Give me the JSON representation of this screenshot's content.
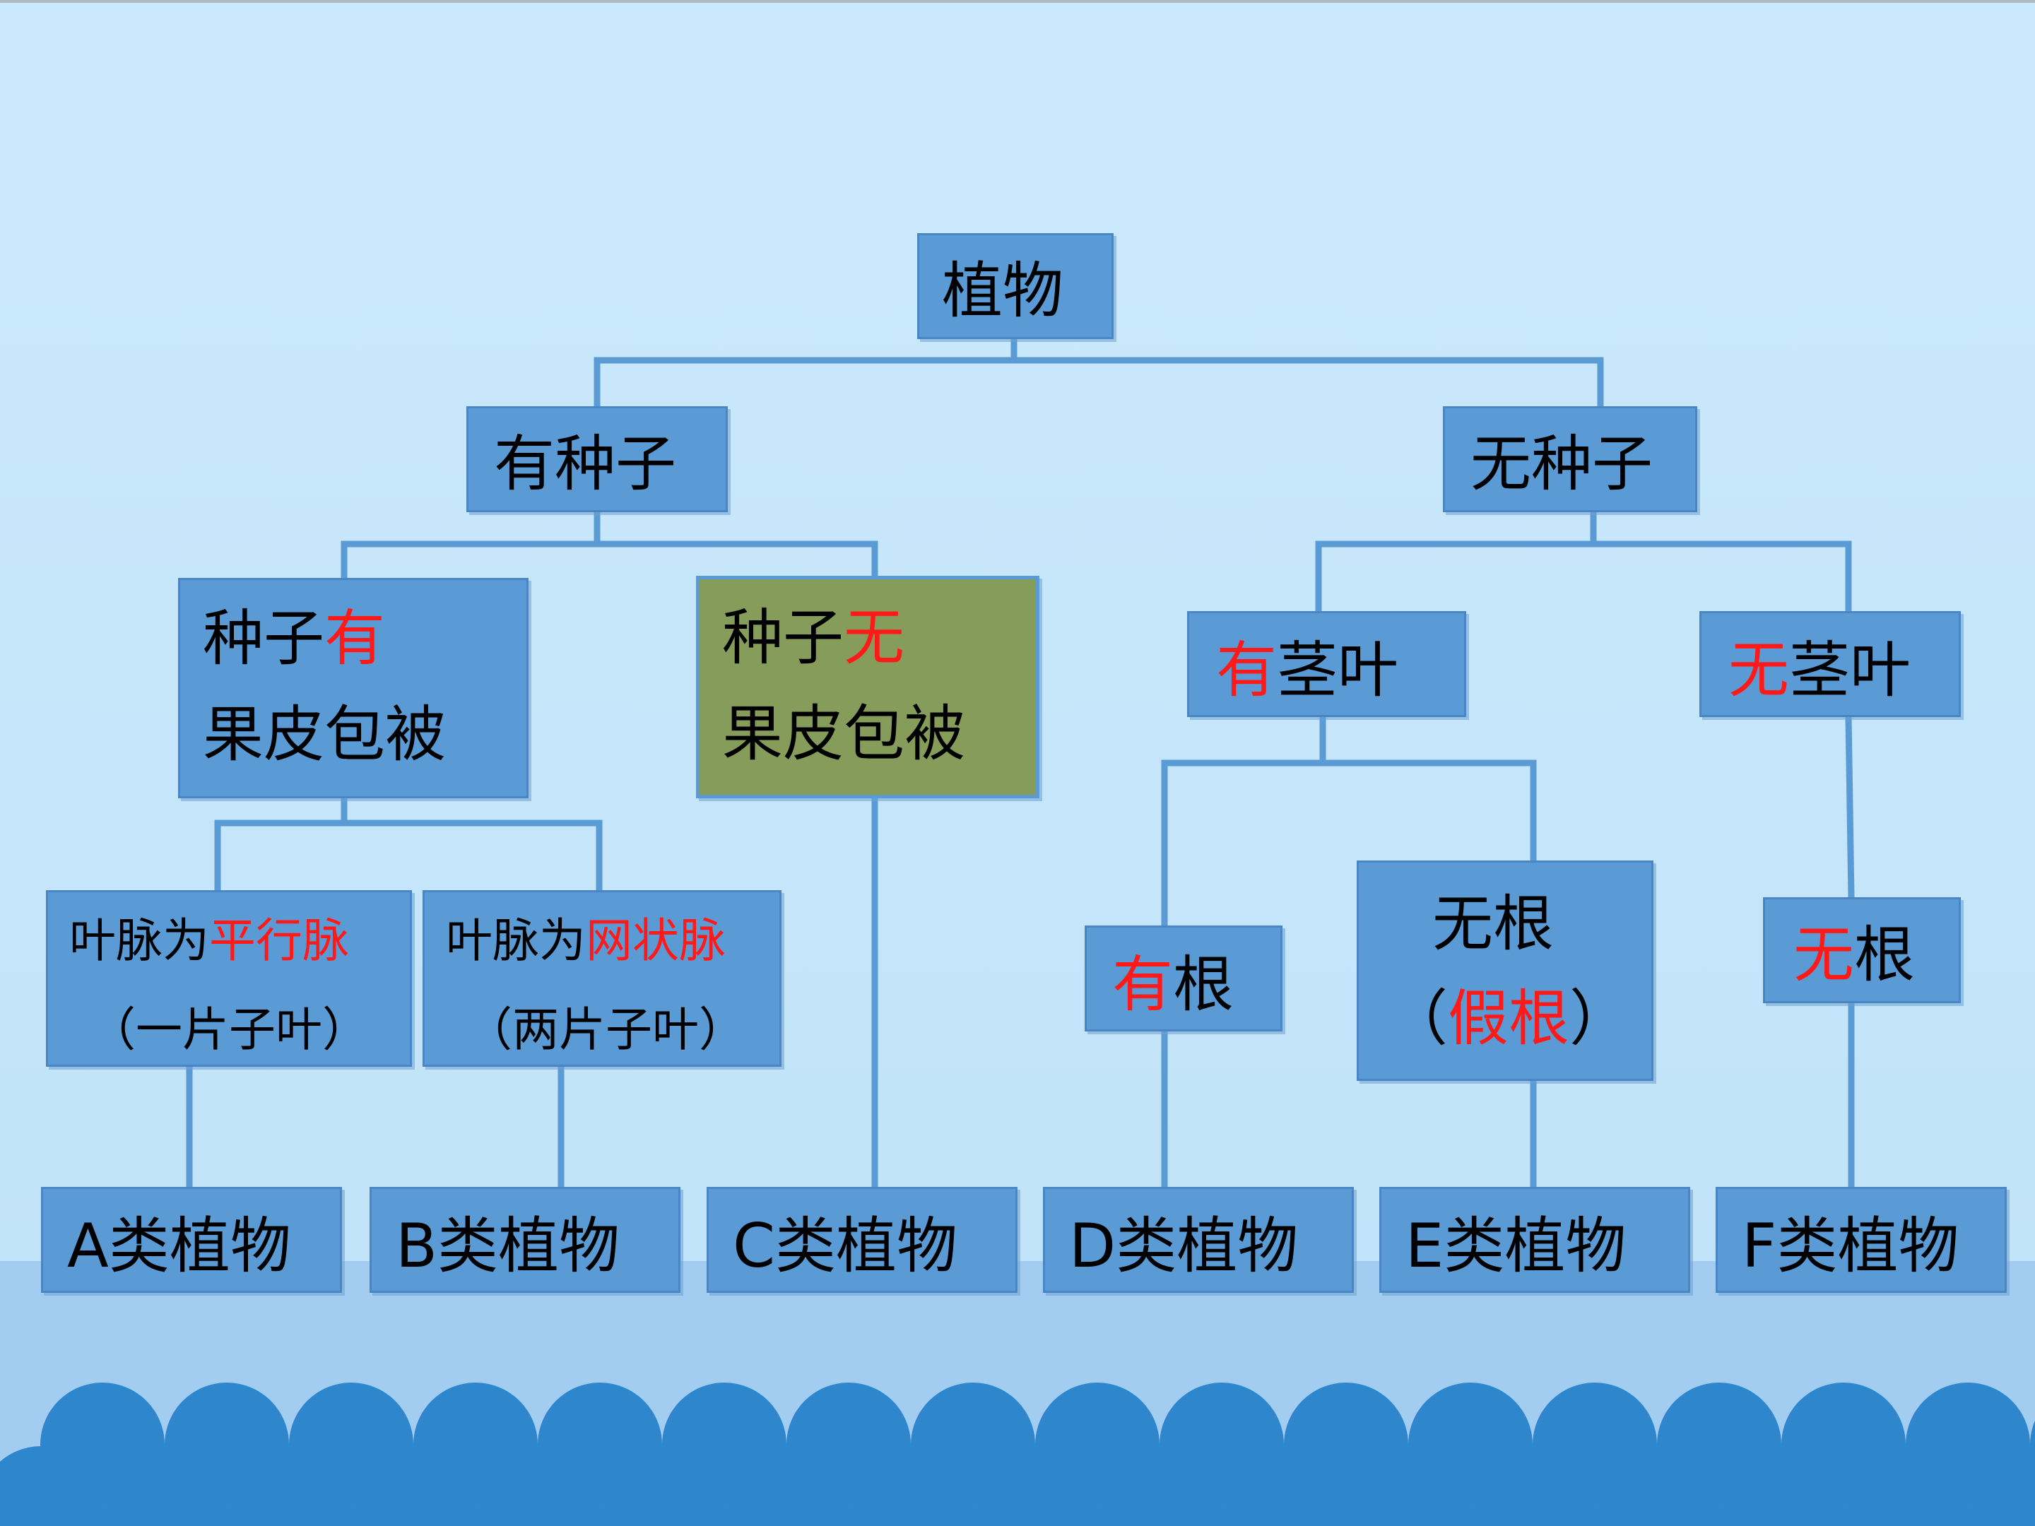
{
  "colors": {
    "background": "#c7e7fb",
    "node_fill": "#5b9bd5",
    "highlight_fill": "#869c5a",
    "line": "#5b9bd5",
    "emphasis_text": "#ff1a1a",
    "wave": "#2e86cc",
    "lower_band": "#a2cdf0"
  },
  "tree": {
    "root": "植物",
    "seed": {
      "pre": "有",
      "post": "种子"
    },
    "no_seed": {
      "pre": "无",
      "post": "种子"
    },
    "covered": {
      "l1_pre": "种子",
      "l1_em": "有",
      "l2": "果皮包被"
    },
    "uncovered": {
      "l1_pre": "种子",
      "l1_em": "无",
      "l2": "果皮包被"
    },
    "stem_leaf": {
      "em": "有",
      "post": "茎叶"
    },
    "no_stem_leaf": {
      "em": "无",
      "post": "茎叶"
    },
    "parallel": {
      "pre": "叶脉为",
      "em": "平行脉",
      "l2": "（一片子叶）"
    },
    "netted": {
      "pre": "叶脉为",
      "em": "网状脉",
      "l2": "（两片子叶）"
    },
    "root_yes": {
      "em": "有",
      "post": "根"
    },
    "root_false": {
      "l1": "无根",
      "open": "（",
      "em": "假根",
      "close": "）"
    },
    "root_no": {
      "em": "无",
      "post": "根"
    }
  },
  "groups": [
    "A类植物",
    "B类植物",
    "C类植物",
    "D类植物",
    "E类植物",
    "F类植物"
  ]
}
